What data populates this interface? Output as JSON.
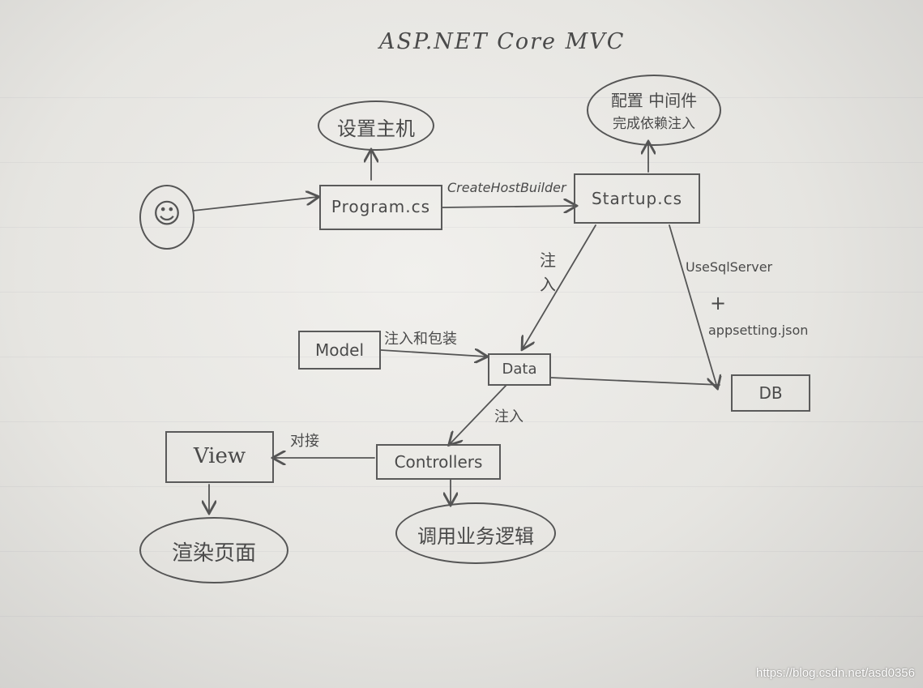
{
  "diagram": {
    "title": "ASP.NET Core MVC",
    "nodes": {
      "user_face": "☺",
      "program": "Program.cs",
      "startup": "Startup.cs",
      "set_host": "设置主机",
      "config_middleware": "配置 中间件",
      "dependency_injection": "完成依赖注入",
      "model": "Model",
      "data": "Data",
      "db": "DB",
      "view": "View",
      "controllers": "Controllers",
      "render_page": "渲染页面",
      "call_business": "调用业务逻辑"
    },
    "edge_labels": {
      "create_host_builder": "CreateHostBuilder",
      "inject_startup_data": "注\n入",
      "use_sql_server": "UseSqlServer",
      "plus": "+",
      "appsetting": "appsetting.json",
      "inject_wrap": "注入和包装",
      "inject_data_controllers": "注入",
      "pass_data": "对接"
    }
  },
  "watermark": "https://blog.csdn.net/asd0356"
}
